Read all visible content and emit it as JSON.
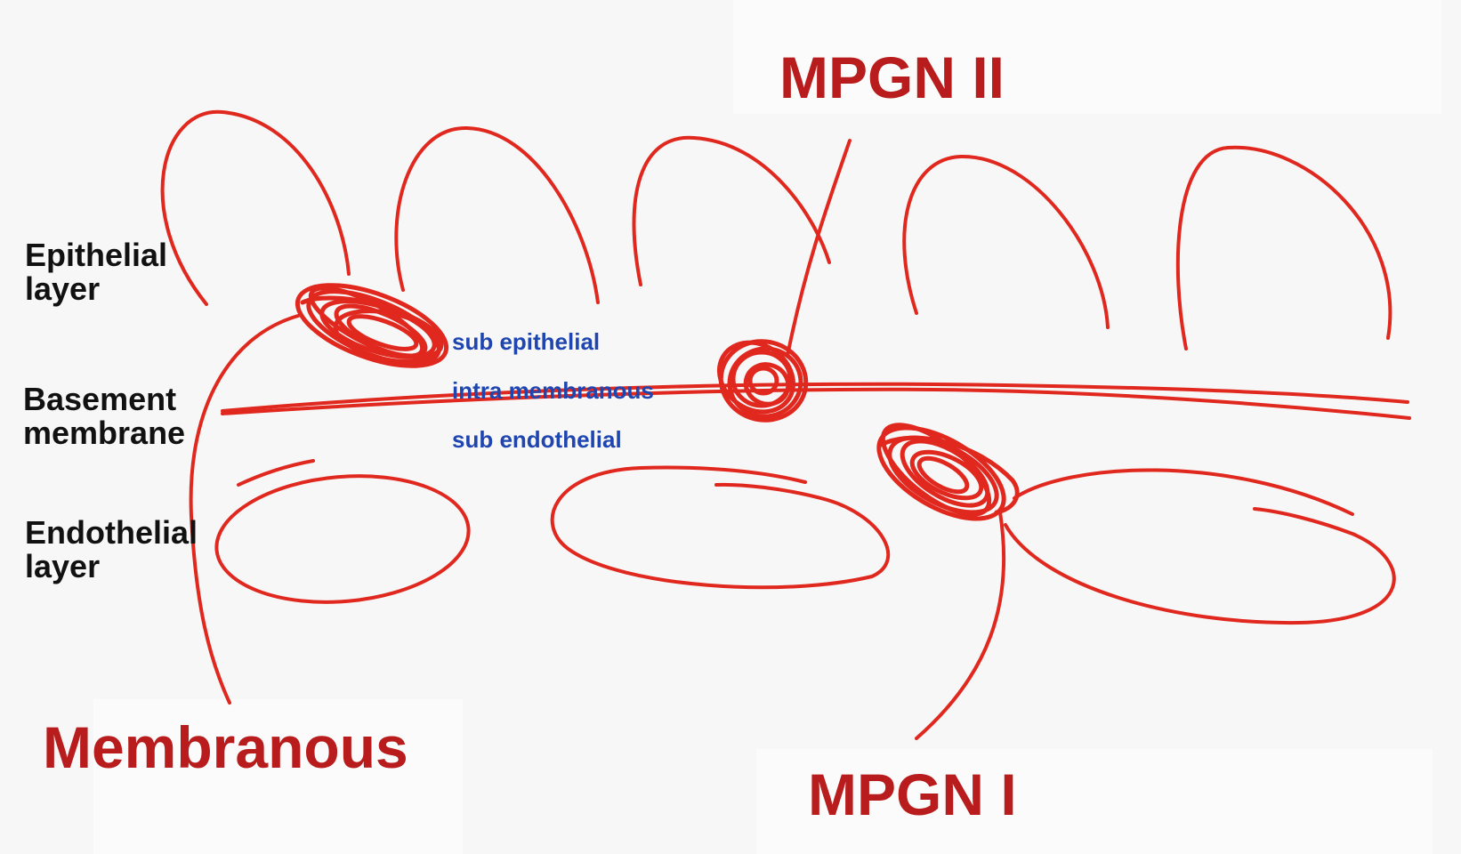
{
  "colors": {
    "background": "#f7f7f7",
    "panel": "#fbfbfb",
    "drawing_red": "#e0281e",
    "disease_label": "#b81c1c",
    "zone_label": "#1f45b0",
    "layer_label": "#111111"
  },
  "layers": {
    "epithelial_line1": "Epithelial",
    "epithelial_line2": "layer",
    "basement_line1": "Basement",
    "basement_line2": "membrane",
    "endothelial_line1": "Endothelial",
    "endothelial_line2": "layer"
  },
  "zones": {
    "sub_epithelial": "sub epithelial",
    "intra_membranous": "intra membranous",
    "sub_endothelial": "sub endothelial"
  },
  "diseases": {
    "mpgn_ii": "MPGN II",
    "membranous": "Membranous",
    "mpgn_i": "MPGN I"
  }
}
